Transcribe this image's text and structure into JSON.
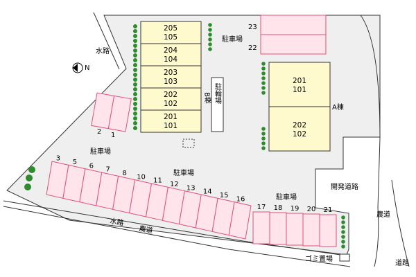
{
  "building_b": {
    "label": "B棟",
    "units": [
      {
        "upper": "205",
        "lower": "105"
      },
      {
        "upper": "204",
        "lower": "104"
      },
      {
        "upper": "203",
        "lower": "103"
      },
      {
        "upper": "202",
        "lower": "102"
      },
      {
        "upper": "201",
        "lower": "101"
      }
    ]
  },
  "building_a": {
    "label": "A棟",
    "units": [
      {
        "upper": "201",
        "lower": "101"
      },
      {
        "upper": "202",
        "lower": "102"
      }
    ]
  },
  "bike_parking": "駐輪場",
  "parking_label": "駐車場",
  "garbage_label": "ゴミ置場",
  "roads": {
    "waterway": "水路",
    "farm_road": "農道",
    "dev_road": "開発道路",
    "road": "道路"
  },
  "compass": {
    "letter": "N"
  },
  "parking_numbers": {
    "top_right": [
      "23",
      "22"
    ],
    "left_pair": [
      "2",
      "1"
    ],
    "bottom_row": [
      "3",
      "5",
      "6",
      "7",
      "8",
      "10",
      "11",
      "12",
      "13",
      "14",
      "15",
      "16"
    ],
    "right_row": [
      "17",
      "18",
      "19",
      "20",
      "21"
    ]
  },
  "colors": {
    "site": "#efefef",
    "building": "#fffacd",
    "stall_fill": "#ffe4ec",
    "stall_line": "#e0507a",
    "tree": "#2e8b2e"
  }
}
